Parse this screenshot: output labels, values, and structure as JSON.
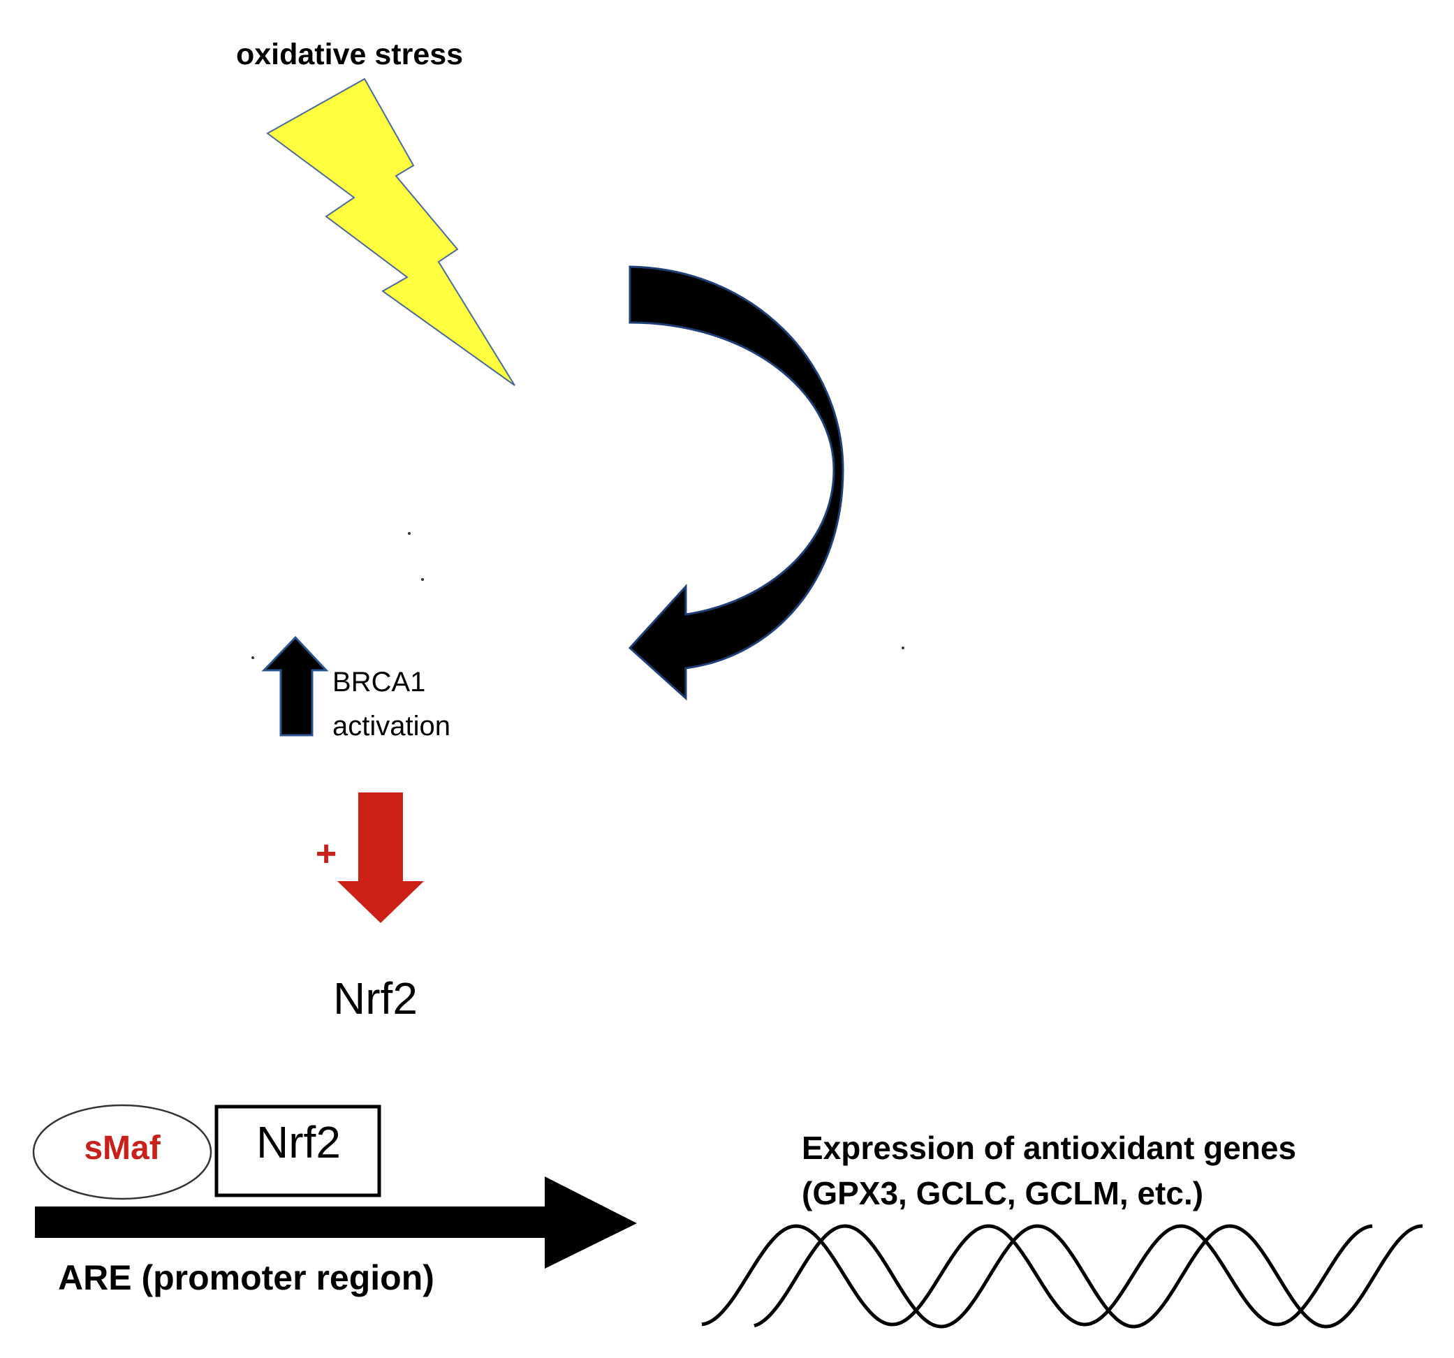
{
  "diagram": {
    "title": "Oxidative stress / BRCA1 / Nrf2 antioxidant pathway",
    "stimulus": {
      "label": "oxidative stress",
      "icon": "lightning-bolt-icon",
      "color": "#ffff3f"
    },
    "feedback_arrow": {
      "icon": "curved-arrow-icon",
      "color": "#000000"
    },
    "brca1": {
      "line1": "BRCA1",
      "line2": "activation",
      "icon": "up-arrow-icon"
    },
    "promotion": {
      "sign": "+",
      "icon": "down-arrow-icon",
      "color": "#cc1f15"
    },
    "nrf2_label": "Nrf2",
    "promoter": {
      "smaf_label": "sMaf",
      "smaf_color": "#c8201a",
      "nrf2_box_label": "Nrf2",
      "region_label": "ARE (promoter region)",
      "icon": "right-arrow-icon"
    },
    "output": {
      "line1": "Expression of antioxidant genes",
      "line2": "(GPX3, GCLC, GCLM, etc.)",
      "icon": "dna-helix-icon"
    }
  }
}
